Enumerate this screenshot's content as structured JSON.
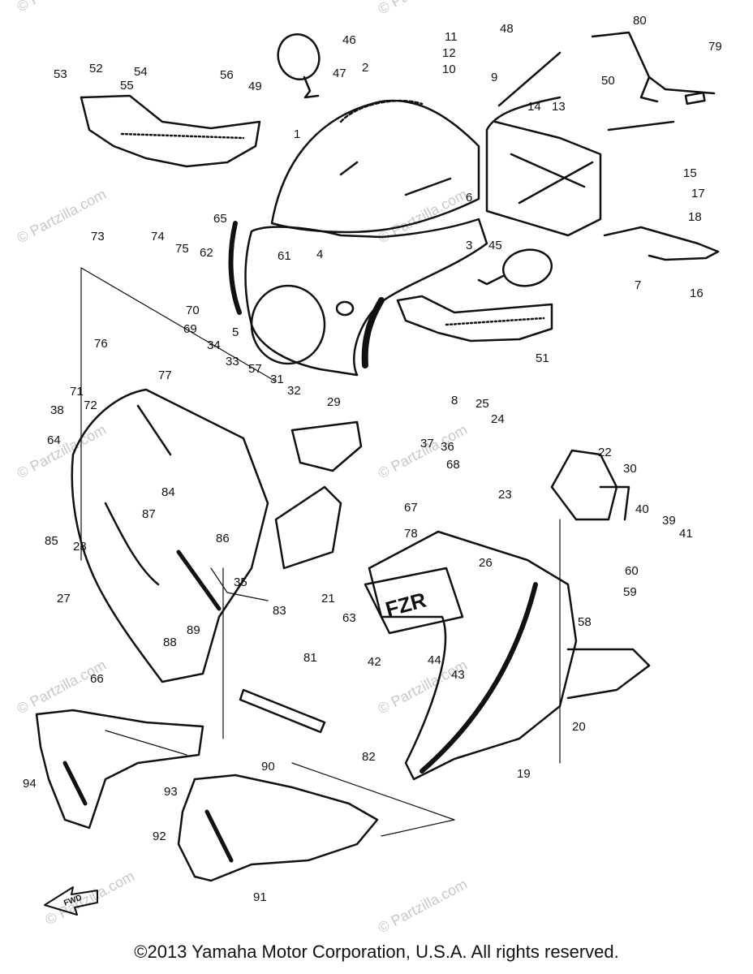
{
  "watermark": "© Partzilla.com",
  "forward_arrow_label": "FWD",
  "decal_text": "FZR",
  "copyright": "©2013 Yamaha Motor Corporation, U.S.A. All rights reserved.",
  "callouts": [
    "1",
    "2",
    "3",
    "4",
    "5",
    "6",
    "7",
    "8",
    "9",
    "10",
    "11",
    "12",
    "13",
    "14",
    "15",
    "16",
    "17",
    "18",
    "19",
    "20",
    "21",
    "22",
    "23",
    "24",
    "25",
    "26",
    "27",
    "28",
    "29",
    "30",
    "31",
    "32",
    "33",
    "34",
    "35",
    "36",
    "37",
    "38",
    "39",
    "40",
    "41",
    "42",
    "43",
    "44",
    "45",
    "46",
    "47",
    "48",
    "49",
    "50",
    "51",
    "52",
    "53",
    "54",
    "55",
    "56",
    "57",
    "58",
    "59",
    "60",
    "61",
    "62",
    "63",
    "64",
    "65",
    "66",
    "67",
    "68",
    "69",
    "70",
    "71",
    "72",
    "73",
    "74",
    "75",
    "76",
    "77",
    "78",
    "79",
    "80",
    "81",
    "82",
    "83",
    "84",
    "85",
    "86",
    "87",
    "88",
    "89",
    "90",
    "91",
    "92",
    "93",
    "94"
  ]
}
